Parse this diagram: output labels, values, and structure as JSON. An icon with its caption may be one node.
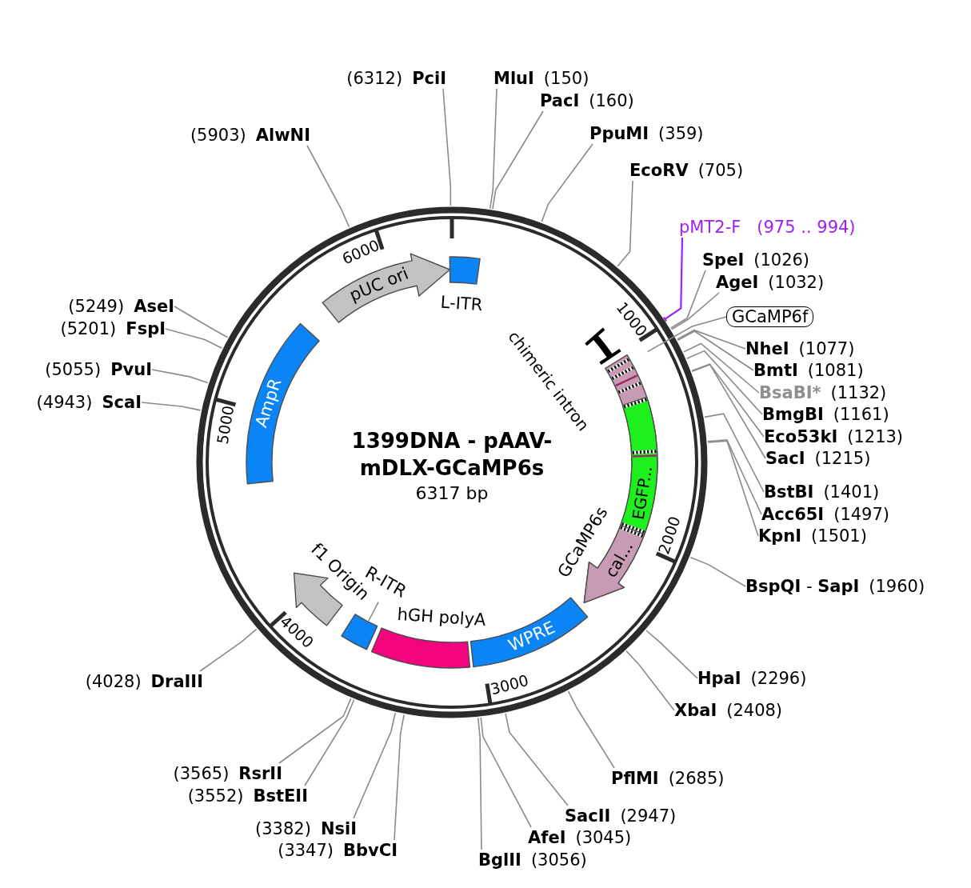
{
  "diagram": {
    "title": "1399DNA - pAAV-mDLX-GCaMP6s",
    "nodes": [
      {
        "text": [
          "(6312)",
          "PciI"
        ]
      },
      {
        "text": [
          "MluI",
          "(150)"
        ]
      },
      {
        "text": [
          "PacI",
          "(160)"
        ]
      },
      {
        "text": [
          "PpuMI",
          "(359)"
        ]
      },
      {
        "text": [
          "EcoRV",
          "(705)"
        ]
      },
      {
        "text": [
          "pMT2-F",
          "(975 .. 994)"
        ]
      },
      {
        "text": [
          "SpeI",
          "(1026)"
        ]
      },
      {
        "text": [
          "AgeI",
          "(1032)"
        ]
      },
      {
        "text": [
          "GCaMP6f"
        ]
      },
      {
        "text": [
          "NheI",
          "(1077)"
        ]
      },
      {
        "text": [
          "BmtI",
          "(1081)"
        ]
      },
      {
        "text": [
          "BsaBI*",
          "(1132)"
        ]
      },
      {
        "text": [
          "BmgBI",
          "(1161)"
        ]
      },
      {
        "text": [
          "Eco53kI",
          "(1213)"
        ]
      },
      {
        "text": [
          "SacI",
          "(1215)"
        ]
      },
      {
        "text": [
          "BstBI",
          "(1401)"
        ]
      },
      {
        "text": [
          "Acc65I",
          "(1497)"
        ]
      },
      {
        "text": [
          "KpnI",
          "(1501)"
        ]
      },
      {
        "text": [
          "**BspQI** - **SapI**",
          "(1960)"
        ]
      },
      {
        "text": [
          "HpaI",
          "(2296)"
        ]
      },
      {
        "text": [
          "XbaI",
          "(2408)"
        ]
      },
      {
        "text": [
          "PflMI",
          "(2685)"
        ]
      },
      {
        "text": [
          "SacII",
          "(2947)"
        ]
      },
      {
        "text": [
          "AfeI",
          "(3045)"
        ]
      },
      {
        "text": [
          "BglII",
          "(3056)"
        ]
      },
      {
        "text": [
          "(3347)",
          "BbvCI"
        ]
      },
      {
        "text": [
          "(3382)",
          "NsiI"
        ]
      },
      {
        "text": [
          "(3552)",
          "BstEII"
        ]
      },
      {
        "text": [
          "(3565)",
          "RsrII"
        ]
      },
      {
        "text": [
          "(4028)",
          "DraIII"
        ]
      },
      {
        "text": [
          "(4943)",
          "ScaI"
        ]
      },
      {
        "text": [
          "(5055)",
          "PvuI"
        ]
      },
      {
        "text": [
          "(5201)",
          "FspI"
        ]
      },
      {
        "text": [
          "(5249)",
          "AseI"
        ]
      },
      {
        "text": [
          "(5903)",
          "AlwNI"
        ]
      },
      {
        "text": [
          "pUC ori"
        ]
      },
      {
        "text": [
          "L-ITR"
        ]
      },
      {
        "text": [
          "chimeric intron"
        ]
      },
      {
        "text": [
          "GCaMP6s"
        ]
      },
      {
        "text": [
          "EGFP..."
        ],
        "in": 38
      },
      {
        "text": [
          "cal..."
        ],
        "in": 38
      },
      {
        "text": [
          "WPRE"
        ]
      },
      {
        "text": [
          "hGH polyA"
        ]
      },
      {
        "text": [
          "R-ITR"
        ]
      },
      {
        "text": [],
        "shape": "box"
      },
      {
        "text": [
          "f1 Origin"
        ]
      },
      {
        "text": [
          "AmpR"
        ]
      }
    ],
    "edges": [
      {
        "from": 0,
        "to": null,
        "arrow": "none"
      },
      {
        "from": 1,
        "to": null,
        "arrow": "none"
      },
      {
        "from": 2,
        "to": null,
        "arrow": "none"
      },
      {
        "from": 3,
        "to": null,
        "arrow": "none"
      },
      {
        "from": 4,
        "to": null,
        "arrow": "none"
      },
      {
        "from": 5,
        "to": null,
        "arrow": "none",
        "color": "#a020f0"
      },
      {
        "from": 6,
        "to": null,
        "arrow": "none"
      },
      {
        "from": 7,
        "to": null,
        "arrow": "none"
      },
      {
        "from": 8,
        "to": null,
        "arrow": "none"
      },
      {
        "from": 9,
        "to": null,
        "arrow": "none"
      },
      {
        "from": 10,
        "to": null,
        "arrow": "none"
      },
      {
        "from": 11,
        "to": null,
        "arrow": "none"
      },
      {
        "from": 12,
        "to": null,
        "arrow": "none"
      },
      {
        "from": 13,
        "to": null,
        "arrow": "none"
      },
      {
        "from": 14,
        "to": null,
        "arrow": "none"
      },
      {
        "from": 15,
        "to": null,
        "arrow": "none"
      },
      {
        "from": 16,
        "to": null,
        "arrow": "none"
      },
      {
        "from": 17,
        "to": null,
        "arrow": "none"
      },
      {
        "from": 18,
        "to": null,
        "arrow": "none"
      },
      {
        "from": 19,
        "to": null,
        "arrow": "none"
      },
      {
        "from": 20,
        "to": null,
        "arrow": "none"
      },
      {
        "from": 21,
        "to": null,
        "arrow": "none"
      },
      {
        "from": 22,
        "to": null,
        "arrow": "none"
      },
      {
        "from": 23,
        "to": null,
        "arrow": "none"
      },
      {
        "from": 24,
        "to": null,
        "arrow": "none"
      },
      {
        "from": 25,
        "to": null,
        "arrow": "none"
      },
      {
        "from": 26,
        "to": null,
        "arrow": "none"
      },
      {
        "from": 27,
        "to": null,
        "arrow": "none"
      },
      {
        "from": 28,
        "to": null,
        "arrow": "none"
      },
      {
        "from": 29,
        "to": null,
        "arrow": "none"
      },
      {
        "from": 30,
        "to": null,
        "arrow": "none"
      },
      {
        "from": 31,
        "to": null,
        "arrow": "none"
      },
      {
        "from": 32,
        "to": null,
        "arrow": "none"
      },
      {
        "from": 33,
        "to": null,
        "arrow": "none"
      },
      {
        "from": 34,
        "to": null,
        "arrow": "none"
      },
      {
        "from": 43,
        "to": 44,
        "arrow": "none"
      }
    ],
    "labels": [
      "6317 bp",
      "1000",
      "2000",
      "3000",
      "4000",
      "5000",
      "6000"
    ]
  }
}
